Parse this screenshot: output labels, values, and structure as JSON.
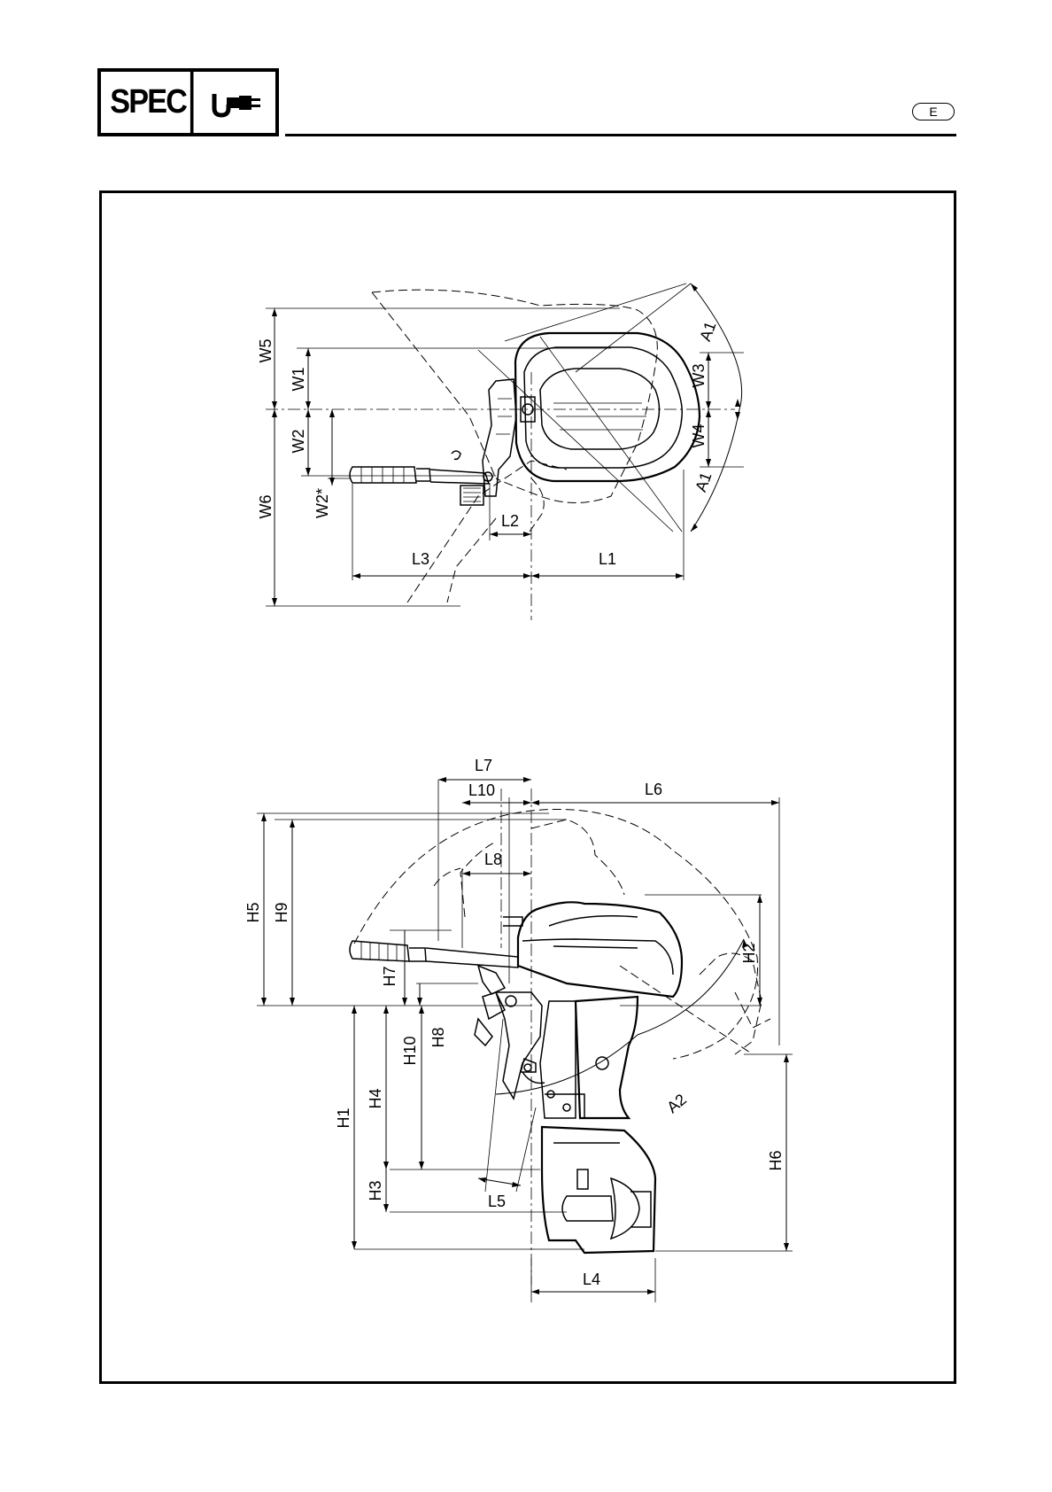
{
  "header": {
    "section_badge": "SPEC",
    "section_icon": "wrench-plug-icon",
    "language_badge": "E"
  },
  "top_view": {
    "labels": {
      "W5": "W5",
      "W1": "W1",
      "W2": "W2",
      "W2_star": "W2*",
      "W6": "W6",
      "W3": "W3",
      "W4": "W4",
      "A1_upper": "A1",
      "A1_lower": "A1",
      "L1": "L1",
      "L2": "L2",
      "L3": "L3"
    }
  },
  "side_view": {
    "labels": {
      "L7": "L7",
      "L10": "L10",
      "L6": "L6",
      "L8": "L8",
      "H5": "H5",
      "H9": "H9",
      "H2": "H2",
      "H7": "H7",
      "H8": "H8",
      "H10": "H10",
      "H4": "H4",
      "H1": "H1",
      "A2": "A2",
      "H6": "H6",
      "H3": "H3",
      "L5": "L5",
      "L4": "L4"
    }
  }
}
